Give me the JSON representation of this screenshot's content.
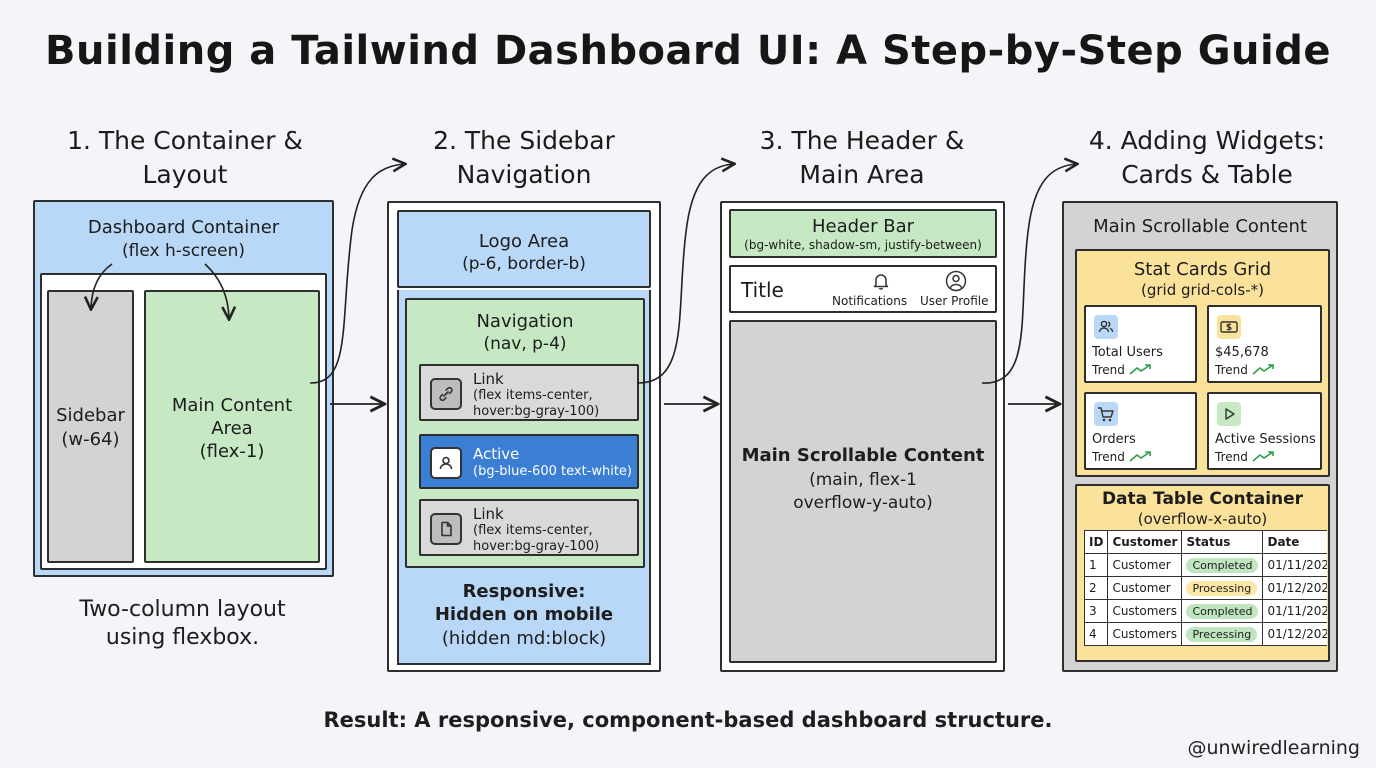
{
  "title": "Building a Tailwind Dashboard UI: A Step-by-Step Guide",
  "steps": {
    "s1": {
      "heading1": "1. The Container &",
      "heading2": "Layout",
      "container_label": "Dashboard Container",
      "container_class": "(flex h-screen)",
      "sidebar_label": "Sidebar",
      "sidebar_class": "(w-64)",
      "main_label1": "Main Content",
      "main_label2": "Area",
      "main_class": "(flex-1)",
      "caption1": "Two-column layout",
      "caption2": "using flexbox."
    },
    "s2": {
      "heading1": "2. The Sidebar",
      "heading2": "Navigation",
      "logo_label": "Logo Area",
      "logo_class": "(p-6, border-b)",
      "nav_label": "Navigation",
      "nav_class": "(nav, p-4)",
      "links": [
        {
          "label": "Link",
          "class1": "(flex items-center,",
          "class2": "hover:bg-gray-100)",
          "icon": "link-icon"
        },
        {
          "label": "Active",
          "class1": "(bg-blue-600 text-white)",
          "class2": "",
          "icon": "user-icon"
        },
        {
          "label": "Link",
          "class1": "(flex items-center,",
          "class2": "hover:bg-gray-100)",
          "icon": "file-icon"
        }
      ],
      "resp1": "Responsive:",
      "resp2": "Hidden on mobile",
      "resp3": "(hidden md:block)"
    },
    "s3": {
      "heading1": "3. The Header &",
      "heading2": "Main Area",
      "header_label": "Header Bar",
      "header_class": "(bg-white, shadow-sm, justify-between)",
      "bar_title": "Title",
      "notifications": "Notifications",
      "profile": "User Profile",
      "main_label": "Main Scrollable Content",
      "main_class1": "(main, flex-1",
      "main_class2": "overflow-y-auto)"
    },
    "s4": {
      "heading1": "4. Adding Widgets:",
      "heading2": "Cards & Table",
      "outer_label": "Main Scrollable Content",
      "grid_label": "Stat Cards Grid",
      "grid_class": "(grid grid-cols-*)",
      "cards": [
        {
          "label": "Total Users",
          "trend": "Trend",
          "icon": "users-icon"
        },
        {
          "label": "$45,678",
          "trend": "Trend",
          "icon": "dollar-icon"
        },
        {
          "label": "Orders",
          "trend": "Trend",
          "icon": "cart-icon"
        },
        {
          "label": "Active Sessions",
          "trend": "Trend",
          "icon": "play-icon"
        }
      ],
      "table_label": "Data Table Container",
      "table_class": "(overflow-x-auto)",
      "columns": [
        "ID",
        "Customer",
        "Status",
        "Date"
      ],
      "rows": [
        {
          "id": "1",
          "customer": "Customer",
          "status": "Completed",
          "date": "01/11/202"
        },
        {
          "id": "2",
          "customer": "Customer",
          "status": "Processing",
          "date": "01/12/202"
        },
        {
          "id": "3",
          "customer": "Customers",
          "status": "Completed",
          "date": "01/11/202"
        },
        {
          "id": "4",
          "customer": "Customers",
          "status": "Precessing",
          "date": "01/12/202"
        }
      ]
    }
  },
  "result": "Result: A responsive, component-based dashboard structure.",
  "watermark": "@unwiredlearning",
  "colors": {
    "blue": "#b9d8f7",
    "green": "#c6e8c3",
    "gray": "#d3d3d3",
    "yellow": "#fbe29a",
    "active": "#3b7fd4",
    "completed": "#bfe6bf",
    "processing": "#fbe7a6"
  }
}
